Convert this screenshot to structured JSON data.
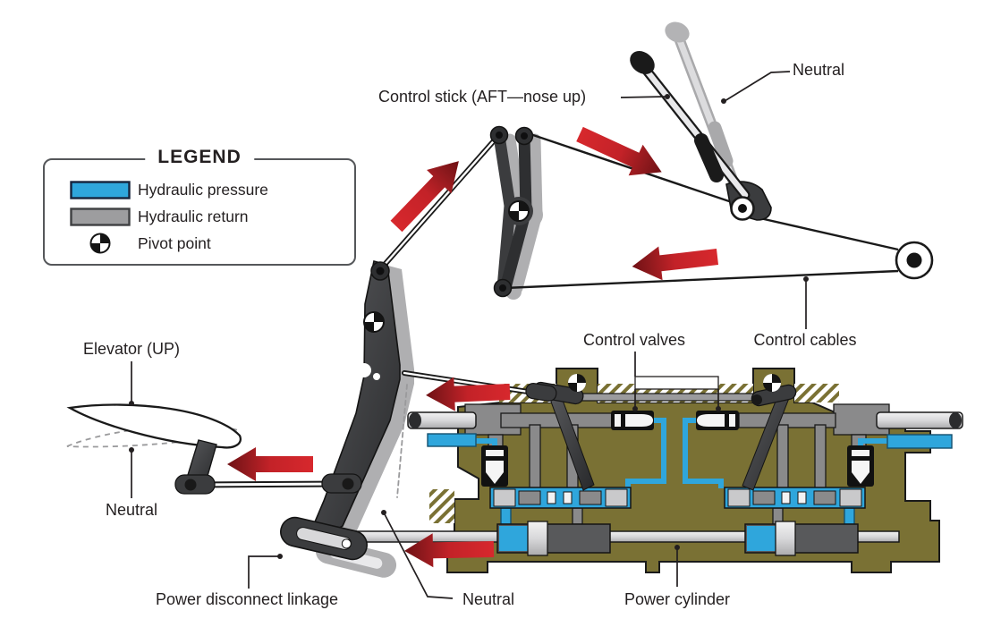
{
  "labels": {
    "control_stick": "Control stick (AFT—nose up)",
    "neutral_top": "Neutral",
    "elevator": "Elevator (UP)",
    "neutral_elevator": "Neutral",
    "power_disconnect": "Power disconnect linkage",
    "neutral_linkage": "Neutral",
    "power_cylinder": "Power cylinder",
    "control_valves": "Control valves",
    "control_cables": "Control cables"
  },
  "legend": {
    "title": "LEGEND",
    "items": [
      {
        "id": "hydraulic-pressure",
        "label": "Hydraulic pressure"
      },
      {
        "id": "hydraulic-return",
        "label": "Hydraulic return"
      },
      {
        "id": "pivot-point",
        "label": "Pivot point"
      }
    ]
  },
  "colors": {
    "hydraulic_pressure": "#2FA6DC",
    "hydraulic_return": "#9D9D9F",
    "body_olive": "#7A7134",
    "arrow_bright": "#D7282D",
    "arrow_dark": "#701014",
    "metal_dark": "#3B3C3E",
    "ghost_gray": "#AFAFB1",
    "outline": "#1A1A1A"
  }
}
